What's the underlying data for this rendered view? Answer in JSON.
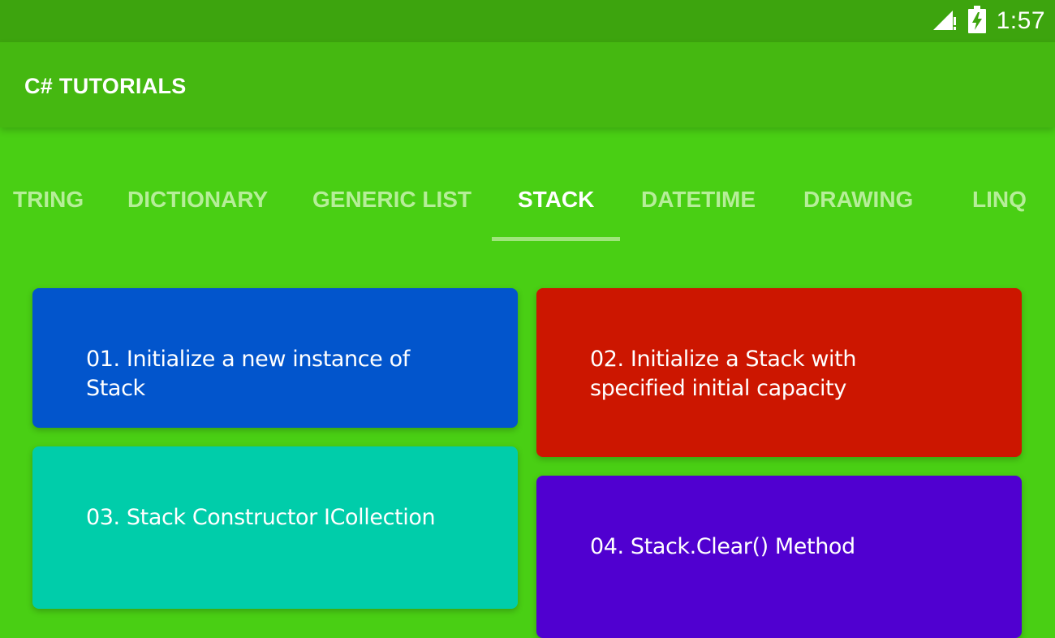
{
  "status_bar": {
    "time": "1:57",
    "icons": [
      "signal-icon",
      "battery-charging-icon"
    ],
    "color": "#3da40e"
  },
  "app_bar": {
    "title": "C# TUTORIALS",
    "color": "#45b811"
  },
  "tabs": [
    {
      "label": "TRING",
      "active": false
    },
    {
      "label": "DICTIONARY",
      "active": false
    },
    {
      "label": "GENERIC LIST",
      "active": false
    },
    {
      "label": "STACK",
      "active": true
    },
    {
      "label": "DATETIME",
      "active": false
    },
    {
      "label": "DRAWING",
      "active": false
    },
    {
      "label": "LINQ",
      "active": false
    }
  ],
  "cards": [
    {
      "title": "01. Initialize a new instance of Stack",
      "color": "#0255cc"
    },
    {
      "title": "02. Initialize a Stack with specified initial capacity",
      "color": "#cc1600"
    },
    {
      "title": "03. Stack Constructor ICollection",
      "color": "#00cdaa"
    },
    {
      "title": "04. Stack.Clear() Method",
      "color": "#5000d0"
    }
  ],
  "colors": {
    "background": "#49cf14",
    "tab_inactive": "#b6ee99",
    "tab_active": "#ffffff",
    "indicator": "#9fe57c"
  }
}
